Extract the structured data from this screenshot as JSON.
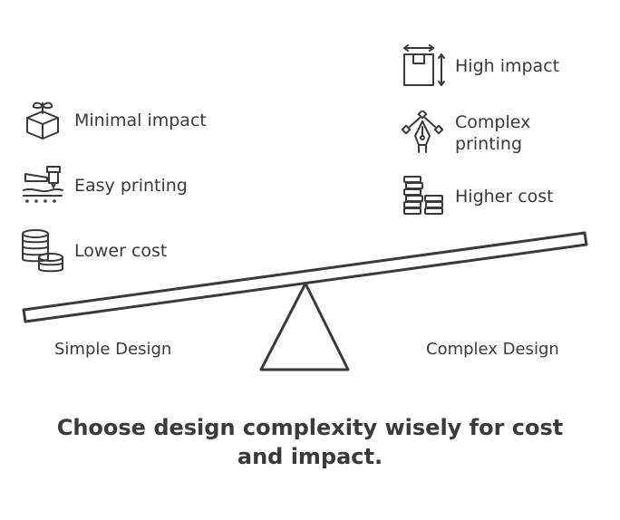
{
  "left_side": {
    "label": "Simple Design",
    "items": [
      {
        "label": "Minimal impact",
        "icon": "sprouting-box-icon"
      },
      {
        "label": "Easy printing",
        "icon": "printer-head-icon"
      },
      {
        "label": "Lower cost",
        "icon": "coin-stack-icon"
      }
    ]
  },
  "right_side": {
    "label": "Complex Design",
    "items": [
      {
        "label": "High impact",
        "icon": "box-dimensions-icon"
      },
      {
        "label": "Complex printing",
        "icon": "pen-tool-icon"
      },
      {
        "label": "Higher cost",
        "icon": "coin-stacks-icon"
      }
    ]
  },
  "caption": "Choose design complexity wisely for cost and impact.",
  "colors": {
    "stroke": "#3a3a3a",
    "background": "#ffffff"
  }
}
